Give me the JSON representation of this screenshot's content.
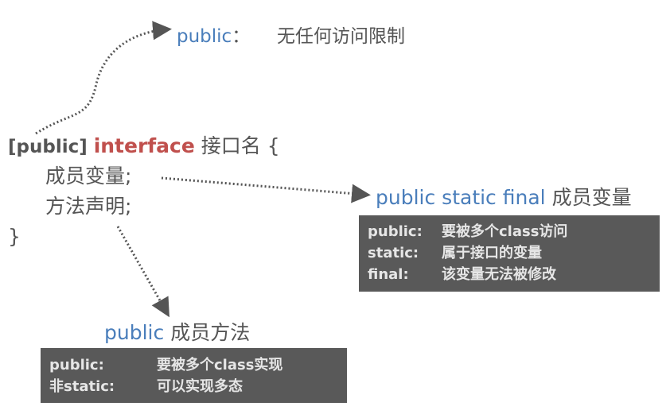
{
  "top_note": {
    "keyword": "public",
    "colon": "：",
    "desc": "无任何访问限制"
  },
  "code": {
    "line1": {
      "modifier": "[public]",
      "keyword": "interface",
      "name": "接口名 {"
    },
    "line2": "成员变量;",
    "line3": "方法声明;",
    "line4": "}"
  },
  "variable_note": {
    "keywords": "public static final",
    "title": "成员变量",
    "rows": [
      {
        "label": "public:",
        "desc": "要被多个class访问"
      },
      {
        "label": "static:",
        "desc": "属于接口的变量"
      },
      {
        "label": "final:",
        "desc": "该变量无法被修改"
      }
    ]
  },
  "method_note": {
    "keywords": "public",
    "title": "成员方法",
    "rows": [
      {
        "label": "public:",
        "desc": "要被多个class实现"
      },
      {
        "label": "非static:",
        "desc": "可以实现多态"
      }
    ]
  },
  "colors": {
    "blue": "#4a7ebb",
    "red": "#c0504d",
    "box": "#595959"
  }
}
